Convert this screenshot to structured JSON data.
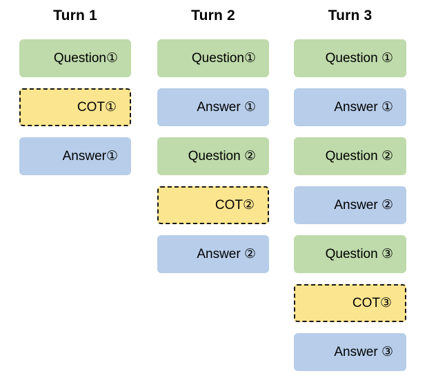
{
  "diagram": {
    "description": "Multi-turn conversation structure showing Question, COT and Answer blocks per turn",
    "colors": {
      "question_fill": "#bfdaab",
      "answer_fill": "#b7cde9",
      "cot_fill": "#fbe58f",
      "cot_border": "#141414",
      "text": "#000000",
      "background": "#ffffff"
    },
    "columns": [
      {
        "title": "Turn 1",
        "boxes": [
          {
            "type": "question",
            "label": "Question①"
          },
          {
            "type": "cot",
            "label": "COT①"
          },
          {
            "type": "answer",
            "label": "Answer①"
          }
        ]
      },
      {
        "title": "Turn 2",
        "boxes": [
          {
            "type": "question",
            "label": "Question①"
          },
          {
            "type": "answer",
            "label": "Answer ①"
          },
          {
            "type": "question",
            "label": "Question ②"
          },
          {
            "type": "cot",
            "label": "COT②"
          },
          {
            "type": "answer",
            "label": "Answer ②"
          }
        ]
      },
      {
        "title": "Turn 3",
        "boxes": [
          {
            "type": "question",
            "label": "Question ①"
          },
          {
            "type": "answer",
            "label": "Answer ①"
          },
          {
            "type": "question",
            "label": "Question ②"
          },
          {
            "type": "answer",
            "label": "Answer ②"
          },
          {
            "type": "question",
            "label": "Question ③"
          },
          {
            "type": "cot",
            "label": "COT③"
          },
          {
            "type": "answer",
            "label": "Answer ③"
          }
        ]
      }
    ]
  }
}
